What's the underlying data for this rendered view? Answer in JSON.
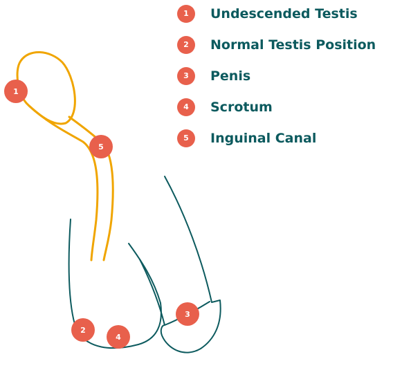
{
  "colors": {
    "marker": "#e8604c",
    "marker_text": "#ffffff",
    "label_text": "#0c5a5e",
    "path_line": "#f0a500",
    "body_line": "#0c5a5e"
  },
  "legend": [
    {
      "number": "1",
      "label": "Undescended Testis"
    },
    {
      "number": "2",
      "label": "Normal Testis Position"
    },
    {
      "number": "3",
      "label": "Penis"
    },
    {
      "number": "4",
      "label": "Scrotum"
    },
    {
      "number": "5",
      "label": "Inguinal Canal"
    }
  ],
  "markers": {
    "undescended_testis": "1",
    "normal_testis_position": "2",
    "penis": "3",
    "scrotum": "4",
    "inguinal_canal": "5"
  }
}
